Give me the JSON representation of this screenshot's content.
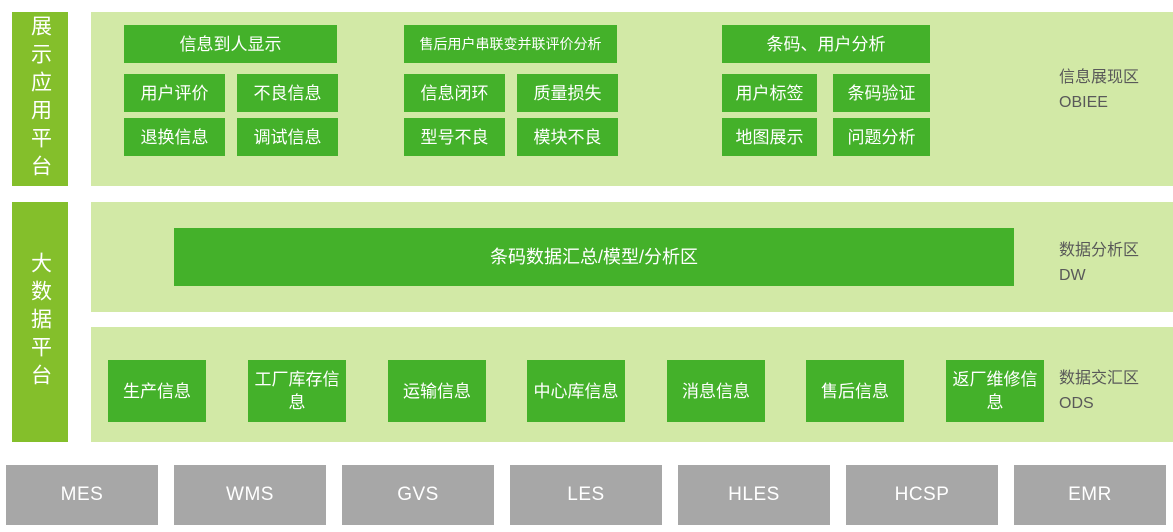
{
  "platforms": [
    {
      "id": "display-application-platform",
      "label": "展示应用平台"
    },
    {
      "id": "big-data-platform",
      "label": "大数据平台"
    }
  ],
  "regions": {
    "obiee": {
      "name_cn": "信息展现区",
      "name_en": "OBIEE"
    },
    "dw": {
      "name_cn": "数据分析区",
      "name_en": "DW"
    },
    "ods": {
      "name_cn": "数据交汇区",
      "name_en": "ODS"
    }
  },
  "presentation_groups": [
    {
      "id": "group-user-display",
      "header": "信息到人显示",
      "items": [
        "用户评价",
        "不良信息",
        "退换信息",
        "调试信息"
      ]
    },
    {
      "id": "group-aftersales-analysis",
      "header": "售后用户串联变并联评价分析",
      "items": [
        "信息闭环",
        "质量损失",
        "型号不良",
        "模块不良"
      ]
    },
    {
      "id": "group-barcode-user-analysis",
      "header": "条码、用户分析",
      "items": [
        "用户标签",
        "条码验证",
        "地图展示",
        "问题分析"
      ]
    }
  ],
  "dw_bar": {
    "label": "条码数据汇总/模型/分析区"
  },
  "ods_items": [
    "生产信息",
    "工厂库存信息",
    "运输信息",
    "中心库信息",
    "消息信息",
    "售后信息",
    "返厂维修信息"
  ],
  "source_systems": [
    "MES",
    "WMS",
    "GVS",
    "LES",
    "HLES",
    "HCSP",
    "EMR"
  ],
  "colors": {
    "platform_bar": "#84BF2B",
    "region_panel": "#D2E9A6",
    "item_box": "#44B12A",
    "source_box": "#A7A7A7",
    "caption_text": "#595959",
    "box_text": "#FFFFFF"
  }
}
